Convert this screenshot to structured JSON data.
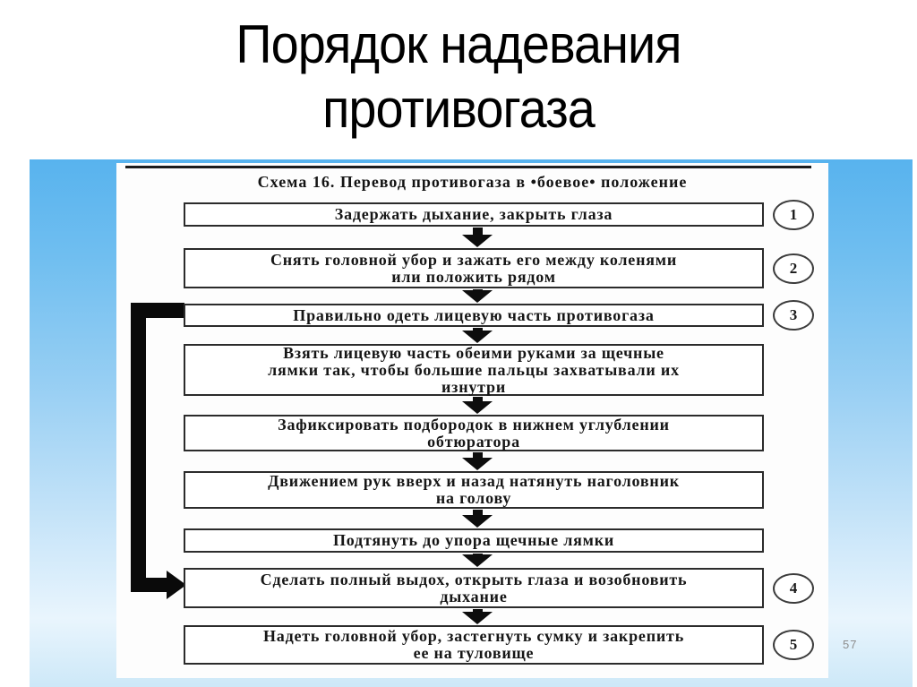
{
  "slide": {
    "title_lines": [
      "Порядок надевания",
      "противогаза"
    ],
    "page_number": "57"
  },
  "diagram": {
    "header": "Схема 16. Перевод противогаза в •боевое• положение",
    "steps": [
      {
        "badge": "1",
        "lines": [
          "Задержать дыхание, закрыть глаза"
        ]
      },
      {
        "badge": "2",
        "lines": [
          "Снять головной убор и зажать его между коленями",
          "или положить рядом"
        ]
      },
      {
        "badge": "3",
        "lines": [
          "Правильно одеть лицевую часть противогаза"
        ]
      },
      {
        "badge": null,
        "lines": [
          "Взять лицевую часть обеими руками за щечные",
          "лямки так, чтобы большие пальцы захватывали их",
          "изнутри"
        ]
      },
      {
        "badge": null,
        "lines": [
          "Зафиксировать подбородок в нижнем углублении",
          "обтюратора"
        ]
      },
      {
        "badge": null,
        "lines": [
          "Движением рук вверх и назад натянуть наголовник",
          "на голову"
        ]
      },
      {
        "badge": null,
        "lines": [
          "Подтянуть до упора щечные лямки"
        ]
      },
      {
        "badge": "4",
        "lines": [
          "Сделать полный выдох, открыть глаза и возобновить",
          "дыхание"
        ]
      },
      {
        "badge": "5",
        "lines": [
          "Надеть головной убор, застегнуть сумку и закрепить",
          "ее на туловище"
        ]
      }
    ],
    "repeat_loop": {
      "from_step": "3",
      "to_step": "8"
    },
    "icons": {
      "between_steps": "down-arrow-icon",
      "loop_end": "right-arrow-icon"
    },
    "colors": {
      "background_top": "#58b3ee",
      "background_bottom": "#cde8f8",
      "panel": "#fdfdfd",
      "box_border": "#2b2b2b",
      "text": "#161616",
      "arrow": "#0d0d0d",
      "page_number": "#8d8d8d"
    }
  }
}
